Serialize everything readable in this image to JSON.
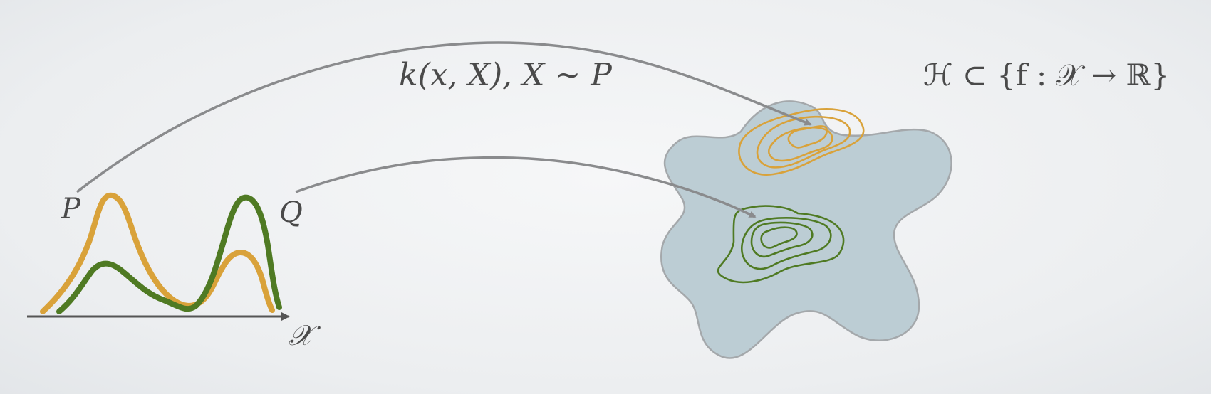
{
  "labels": {
    "P": "P",
    "Q": "Q",
    "X_space": "𝒳",
    "kernel_map": "k(x, X), X ∼ P",
    "rkhs": "ℋ ⊂ {f : 𝒳 → ℝ}"
  },
  "colors": {
    "P_curve": "#d9a23a",
    "Q_curve": "#4f7a23",
    "arrow": "#8a8b8d",
    "axis": "#555555",
    "blob_fill": "#bccdd4",
    "blob_stroke": "#a4a8ab"
  }
}
